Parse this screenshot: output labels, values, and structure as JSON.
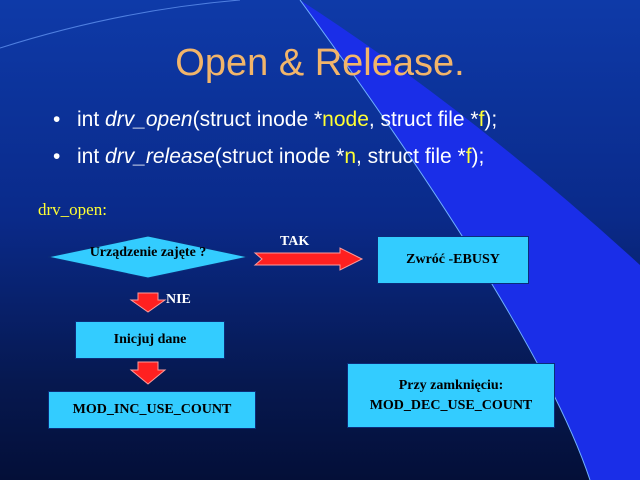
{
  "slide": {
    "title": "Open & Release.",
    "bullets": [
      {
        "pre": "int ",
        "fn": "drv_open",
        "mid": "(struct inode *",
        "p1": "node",
        "sep": ", struct file *",
        "p2": "f",
        "end": ");"
      },
      {
        "pre": "int ",
        "fn": "drv_release",
        "mid": "(struct inode *",
        "p1": "n",
        "sep": ", struct file *",
        "p2": "f",
        "end": ");"
      }
    ],
    "section_label": "drv_open:",
    "flowchart": {
      "decision": "Urządzenie zajęte ?",
      "yes_label": "TAK",
      "no_label": "NIE",
      "busy_box": "Zwróć -EBUSY",
      "init_box": "Inicjuj dane",
      "inc_box": "MOD_INC_USE_COUNT",
      "close_box_line1": "Przy zamknięciu:",
      "close_box_line2": "MOD_DEC_USE_COUNT"
    },
    "colors": {
      "background": "#0a2a8a",
      "title": "#f2b56a",
      "highlight": "#ffff33",
      "box_fill": "#33ccff",
      "arrow_red": "#ff2020"
    }
  }
}
